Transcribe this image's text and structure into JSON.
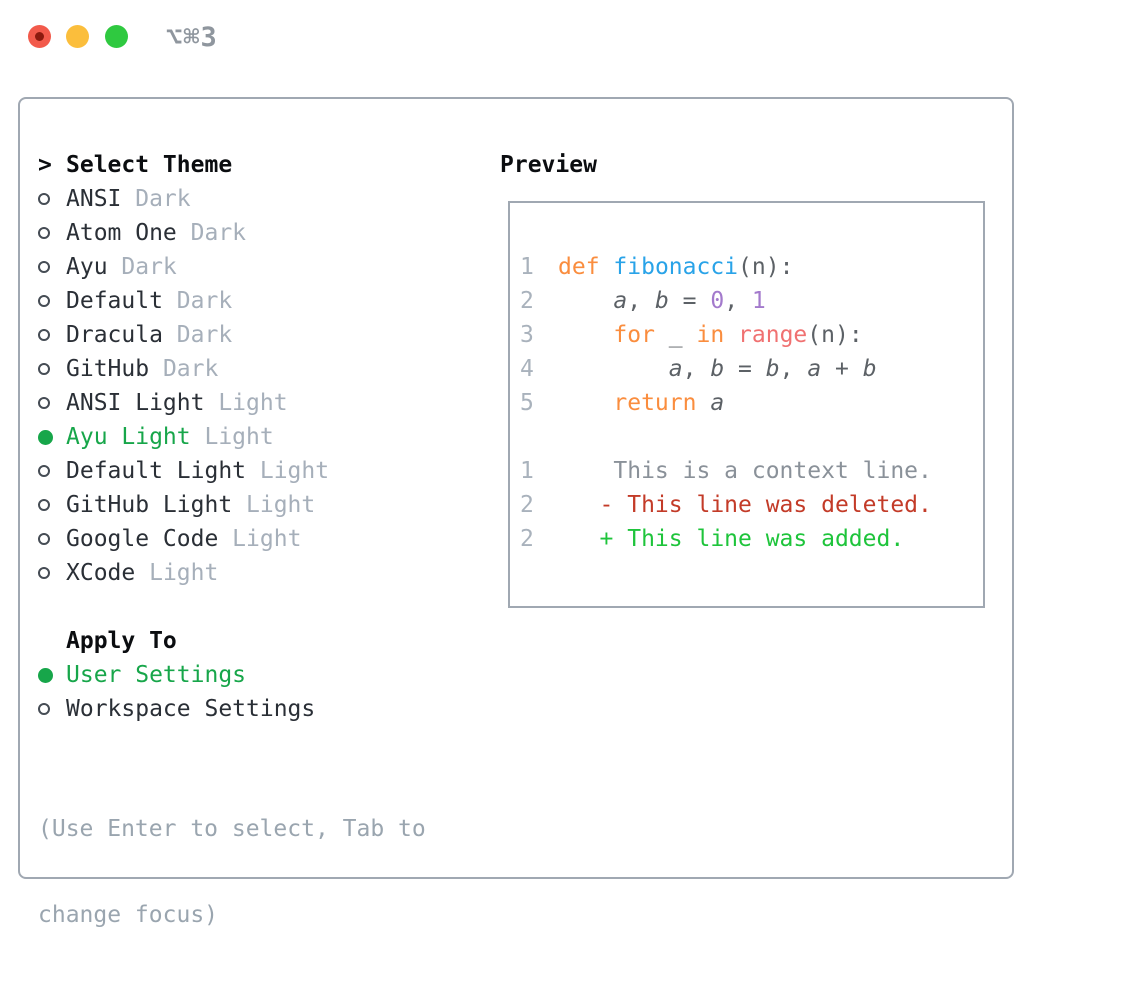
{
  "window": {
    "shortcut_label": "⌥⌘3"
  },
  "theme_panel": {
    "title": "Select Theme",
    "title_prefix": ">",
    "items": [
      {
        "name": "ANSI",
        "badge": "Dark",
        "selected": false
      },
      {
        "name": "Atom One",
        "badge": "Dark",
        "selected": false
      },
      {
        "name": "Ayu",
        "badge": "Dark",
        "selected": false
      },
      {
        "name": "Default",
        "badge": "Dark",
        "selected": false
      },
      {
        "name": "Dracula",
        "badge": "Dark",
        "selected": false
      },
      {
        "name": "GitHub",
        "badge": "Dark",
        "selected": false
      },
      {
        "name": "ANSI Light",
        "badge": "Light",
        "selected": false
      },
      {
        "name": "Ayu Light",
        "badge": "Light",
        "selected": true
      },
      {
        "name": "Default Light",
        "badge": "Light",
        "selected": false
      },
      {
        "name": "GitHub Light",
        "badge": "Light",
        "selected": false
      },
      {
        "name": "Google Code",
        "badge": "Light",
        "selected": false
      },
      {
        "name": "XCode",
        "badge": "Light",
        "selected": false
      }
    ]
  },
  "apply_panel": {
    "title": "Apply To",
    "options": [
      {
        "label": "User Settings",
        "selected": true
      },
      {
        "label": "Workspace Settings",
        "selected": false
      }
    ]
  },
  "help": {
    "line1": "(Use Enter to select, Tab to",
    "line2": "change focus)"
  },
  "preview": {
    "title": "Preview",
    "code_lines": [
      {
        "num": "1",
        "tokens": [
          {
            "text": "def",
            "style": "kw"
          },
          {
            "text": " ",
            "style": "fg"
          },
          {
            "text": "fibonacci",
            "style": "fn"
          },
          {
            "text": "(n):",
            "style": "fg"
          }
        ]
      },
      {
        "num": "2",
        "tokens": [
          {
            "text": "    ",
            "style": "fg"
          },
          {
            "text": "a",
            "style": "var"
          },
          {
            "text": ", ",
            "style": "fg"
          },
          {
            "text": "b",
            "style": "var"
          },
          {
            "text": " = ",
            "style": "fg"
          },
          {
            "text": "0",
            "style": "num"
          },
          {
            "text": ", ",
            "style": "fg"
          },
          {
            "text": "1",
            "style": "num"
          }
        ]
      },
      {
        "num": "3",
        "tokens": [
          {
            "text": "    ",
            "style": "fg"
          },
          {
            "text": "for",
            "style": "kw"
          },
          {
            "text": " _ ",
            "style": "fg"
          },
          {
            "text": "in",
            "style": "kw"
          },
          {
            "text": " ",
            "style": "fg"
          },
          {
            "text": "range",
            "style": "bi"
          },
          {
            "text": "(n):",
            "style": "fg"
          }
        ]
      },
      {
        "num": "4",
        "tokens": [
          {
            "text": "        ",
            "style": "fg"
          },
          {
            "text": "a",
            "style": "var"
          },
          {
            "text": ", ",
            "style": "fg"
          },
          {
            "text": "b",
            "style": "var"
          },
          {
            "text": " = ",
            "style": "fg"
          },
          {
            "text": "b",
            "style": "var"
          },
          {
            "text": ", ",
            "style": "fg"
          },
          {
            "text": "a",
            "style": "var"
          },
          {
            "text": " + ",
            "style": "fg"
          },
          {
            "text": "b",
            "style": "var"
          }
        ]
      },
      {
        "num": "5",
        "tokens": [
          {
            "text": "    ",
            "style": "fg"
          },
          {
            "text": "return",
            "style": "kw"
          },
          {
            "text": " ",
            "style": "fg"
          },
          {
            "text": "a",
            "style": "var"
          }
        ]
      },
      {
        "num": "",
        "tokens": []
      },
      {
        "num": "1",
        "tokens": [
          {
            "text": "    This is a context line.",
            "style": "ctx"
          }
        ]
      },
      {
        "num": "2",
        "tokens": [
          {
            "text": "   - This line was deleted.",
            "style": "del"
          }
        ]
      },
      {
        "num": "2",
        "tokens": [
          {
            "text": "   + This line was added.",
            "style": "add"
          }
        ]
      }
    ]
  },
  "colors": {
    "selected_green": "#17A64A",
    "added_green": "#1EC43B",
    "deleted_red": "#C33B28",
    "keyword_orange": "#FA8D3E",
    "function_blue": "#29A3E8",
    "number_purple": "#A37ACC",
    "builtin_salmon": "#F07171",
    "code_foreground": "#5C6166",
    "context_gray": "#8A9199",
    "line_number_gray": "#A9B2BC",
    "muted_gray": "#9AA5AF",
    "border_gray": "#A0A8B2",
    "traffic_red": "#F25A4B",
    "traffic_yellow": "#FBBE3C",
    "traffic_green": "#2FC940"
  }
}
